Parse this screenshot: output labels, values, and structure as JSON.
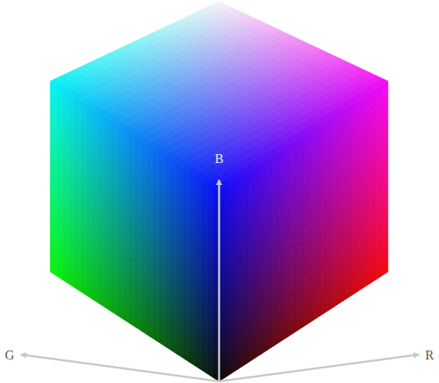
{
  "diagram": {
    "labels": [
      "B",
      "G",
      "R"
    ]
  }
}
